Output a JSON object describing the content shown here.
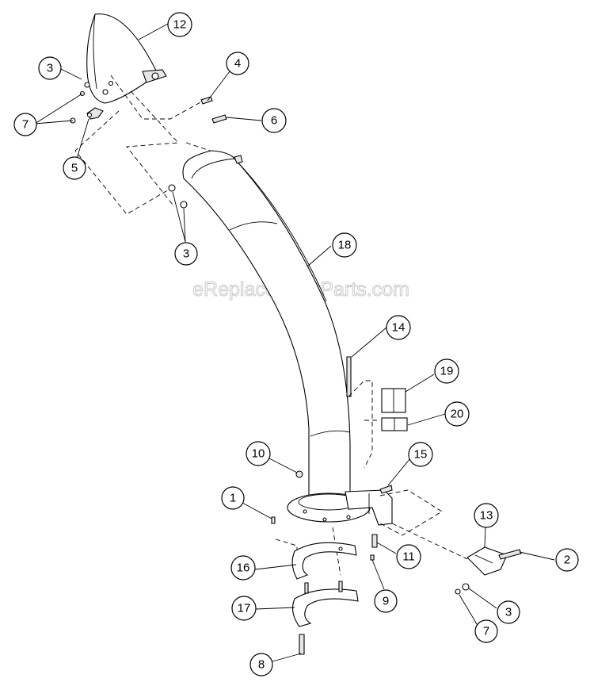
{
  "watermark": "eReplacementParts.com",
  "callouts": {
    "c12": "12",
    "c3a": "3",
    "c7a": "7",
    "c5": "5",
    "c4": "4",
    "c6": "6",
    "c3b": "3",
    "c18": "18",
    "c14": "14",
    "c19": "19",
    "c20": "20",
    "c10": "10",
    "c15": "15",
    "c1": "1",
    "c13": "13",
    "c2": "2",
    "c16": "16",
    "c11": "11",
    "c9": "9",
    "c3c": "3",
    "c17": "17",
    "c7b": "7",
    "c8": "8"
  }
}
